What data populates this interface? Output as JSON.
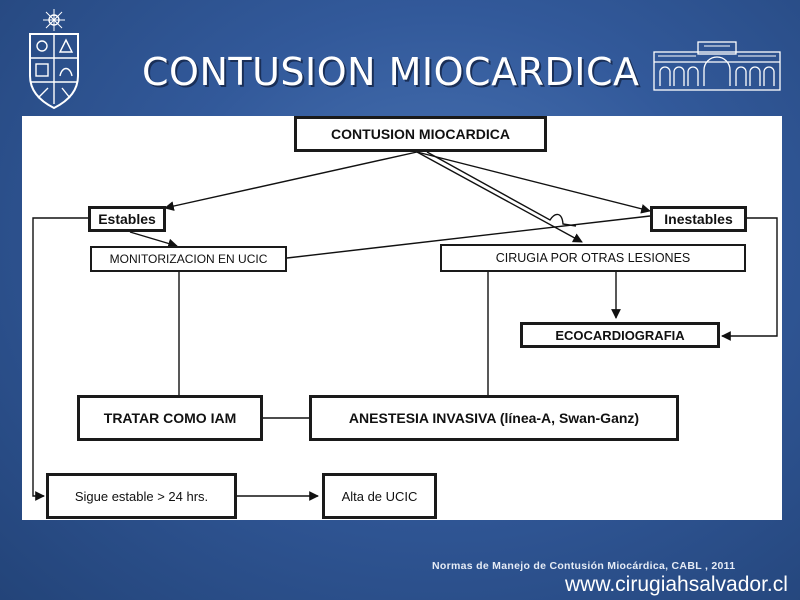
{
  "slide": {
    "title": "CONTUSION MIOCARDICA"
  },
  "diagram": {
    "nodes": {
      "root": "CONTUSION MIOCARDICA",
      "estables": "Estables",
      "inestables": "Inestables",
      "monitorizacion": "MONITORIZACION EN UCIC",
      "cirugia": "CIRUGIA POR OTRAS LESIONES",
      "ecocardiografia": "ECOCARDIOGRAFIA",
      "tratar": "TRATAR COMO IAM",
      "anestesia": "ANESTESIA INVASIVA (línea-A, Swan-Ganz)",
      "sigue": "Sigue estable > 24 hrs.",
      "alta": "Alta de UCIC"
    }
  },
  "footer": {
    "reference": "Normas de Manejo de Contusión Miocárdica, CABL , 2011",
    "url": "www.cirugiahsalvador.cl"
  },
  "colors": {
    "background": "#32599a",
    "panel": "#ffffff",
    "border": "#1a1a1a"
  },
  "icons": [
    "university-crest-icon",
    "building-facade-icon"
  ]
}
